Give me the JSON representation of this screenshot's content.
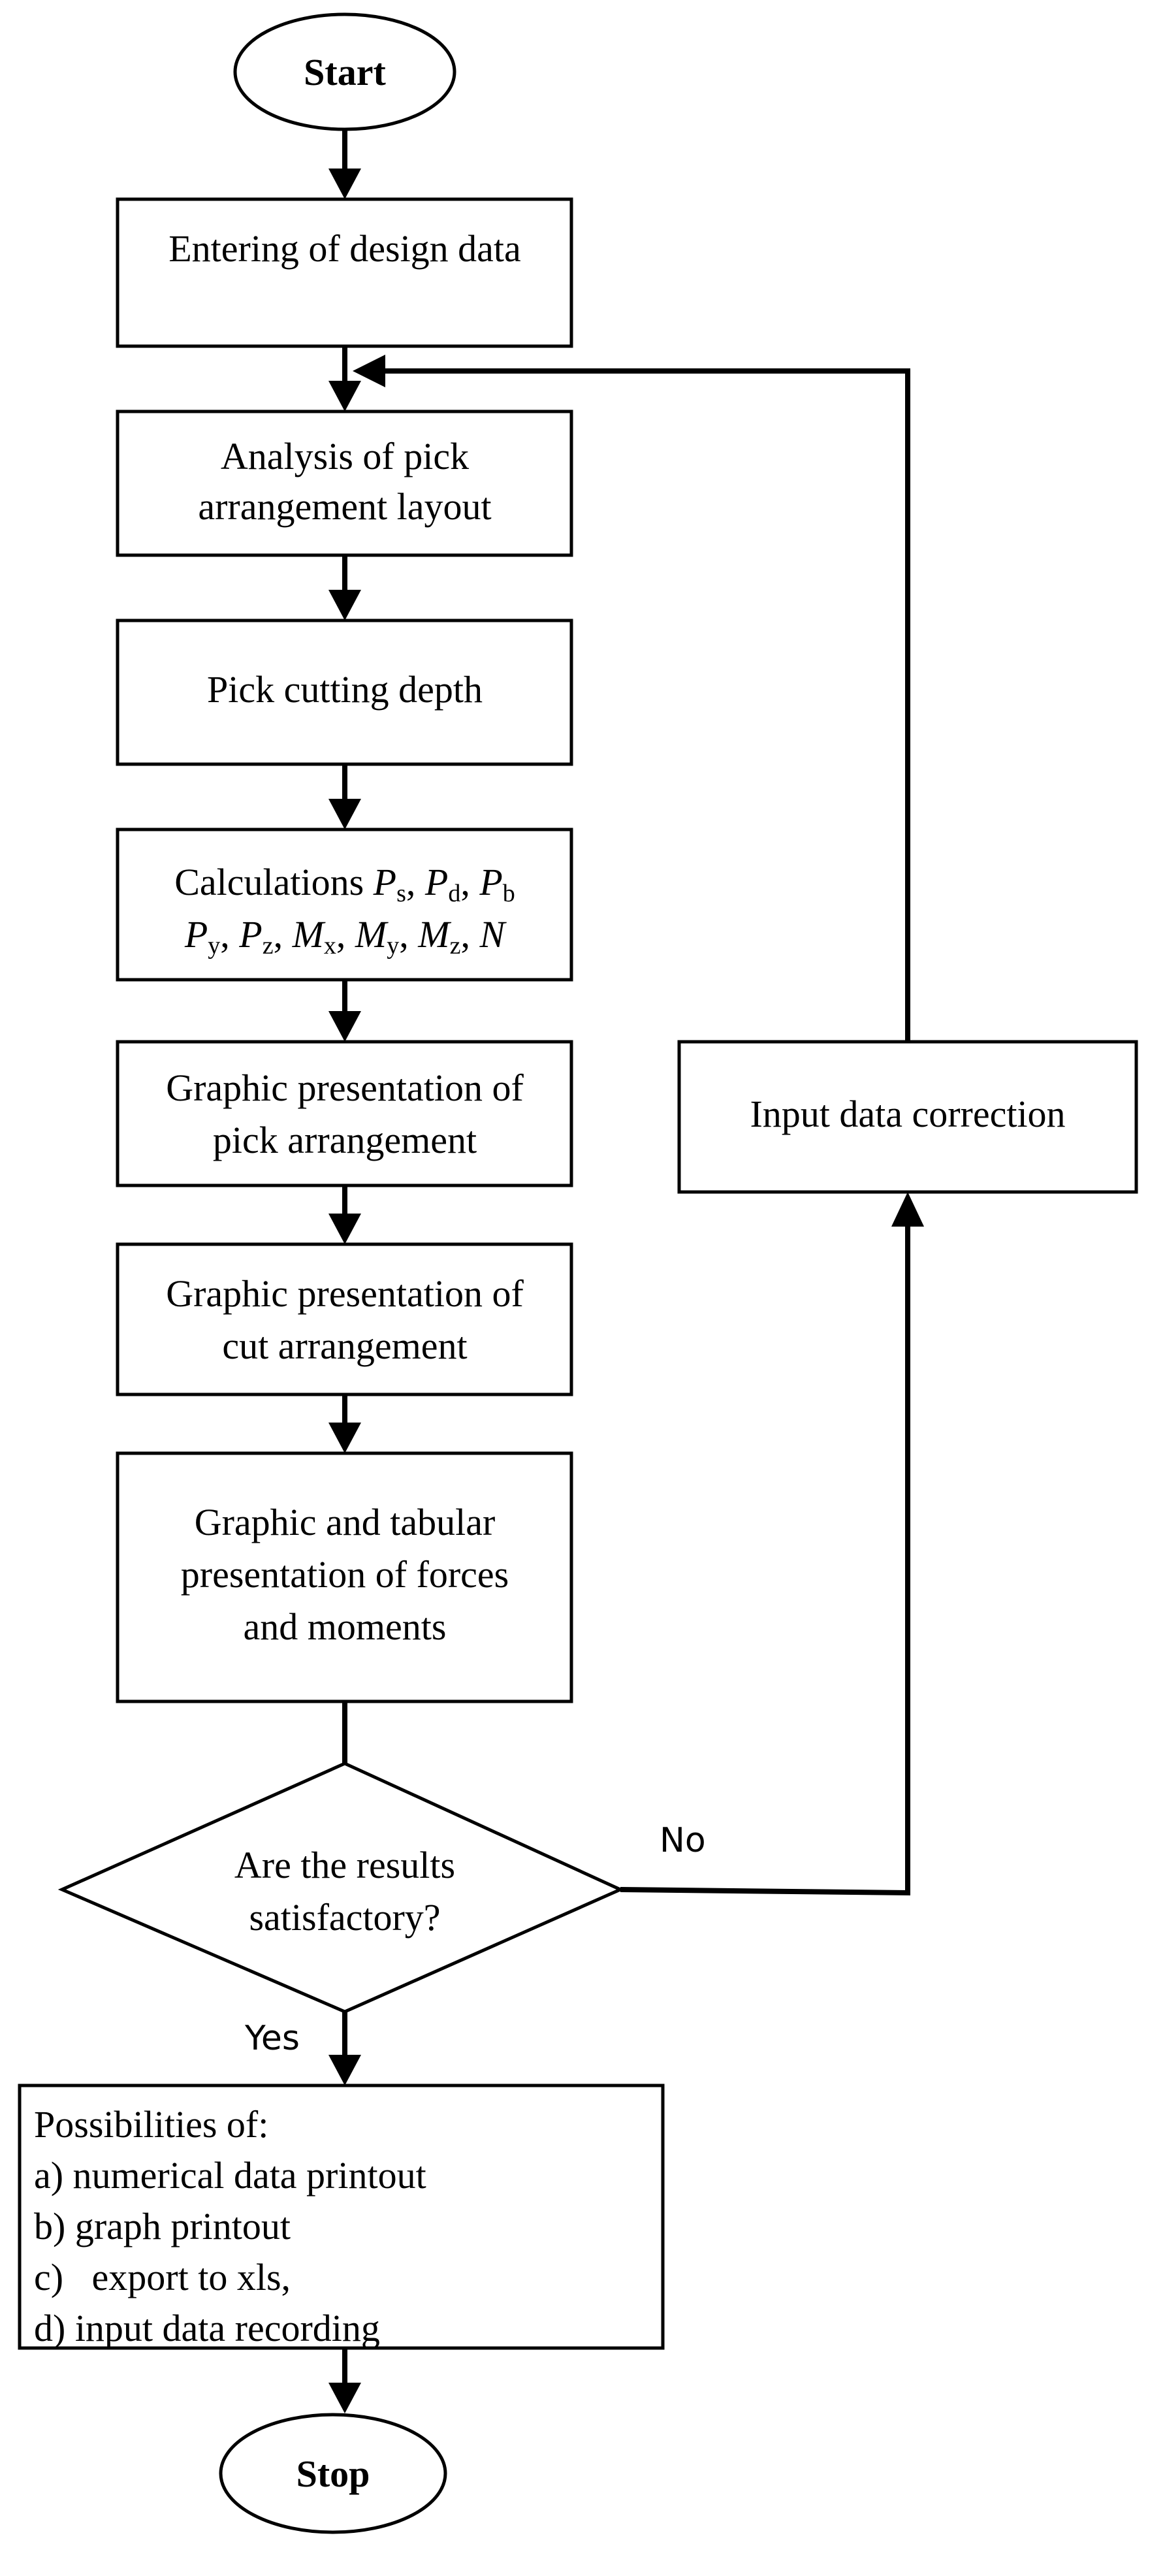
{
  "nodes": {
    "start": "Start",
    "entering": "Entering of design data",
    "analysis_1": "Analysis of pick",
    "analysis_2": "arrangement layout",
    "cutting_depth": "Pick cutting depth",
    "calc": {
      "prefix": "Calculations",
      "sep": ", ",
      "line1": [
        {
          "sym": "P",
          "sub": "s"
        },
        {
          "sym": "P",
          "sub": "d"
        },
        {
          "sym": "P",
          "sub": "b"
        }
      ],
      "line2": [
        {
          "sym": "P",
          "sub": "y"
        },
        {
          "sym": "P",
          "sub": "z"
        },
        {
          "sym": "M",
          "sub": "x"
        },
        {
          "sym": "M",
          "sub": "y"
        },
        {
          "sym": "M",
          "sub": "z"
        },
        {
          "sym": "N",
          "sub": ""
        }
      ]
    },
    "graphic_pick_1": "Graphic presentation of",
    "graphic_pick_2": "pick arrangement",
    "graphic_cut_1": "Graphic presentation of",
    "graphic_cut_2": "cut arrangement",
    "forces_1": "Graphic and tabular",
    "forces_2": "presentation of forces",
    "forces_3": "and moments",
    "decision_1": "Are the results",
    "decision_2": "satisfactory?",
    "correction": "Input data correction",
    "possibilities": [
      "Possibilities of:",
      "a) numerical data printout",
      "b) graph printout",
      "c)   export to xls,",
      "d) input data recording"
    ],
    "stop": "Stop"
  },
  "edge_labels": {
    "no": "No",
    "yes": "Yes"
  }
}
